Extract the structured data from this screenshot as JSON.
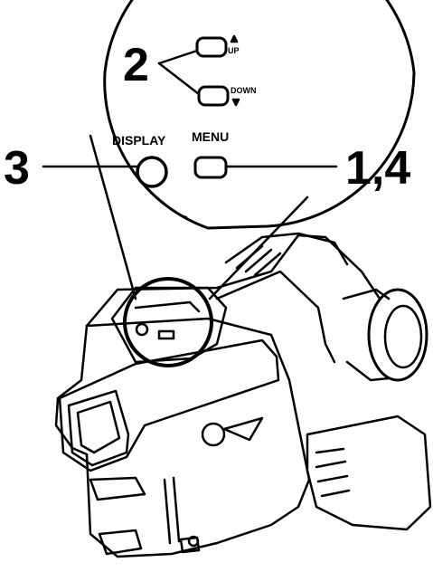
{
  "callouts": {
    "step_updown": "2",
    "step_display": "3",
    "step_menu": "1,4"
  },
  "buttons": {
    "up_label": "UP",
    "down_label": "DOWN",
    "display_label": "DISPLAY",
    "menu_label": "MENU"
  },
  "colors": {
    "ink": "#000000",
    "paper": "#ffffff"
  }
}
